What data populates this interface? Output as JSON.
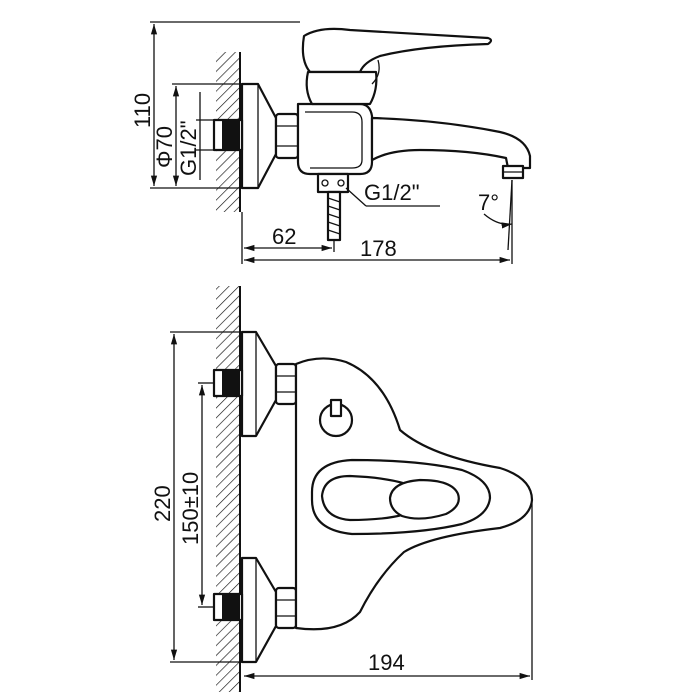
{
  "diagram": {
    "side_view": {
      "dim_height": "110",
      "dim_diameter": "Φ70",
      "dim_thread_wall": "G1/2\"",
      "dim_thread_outlet": "G1/2\"",
      "dim_offset": "62",
      "dim_length": "178",
      "dim_angle": "7°"
    },
    "top_view": {
      "dim_overall": "220",
      "dim_centers": "150±10",
      "dim_depth": "194"
    }
  }
}
